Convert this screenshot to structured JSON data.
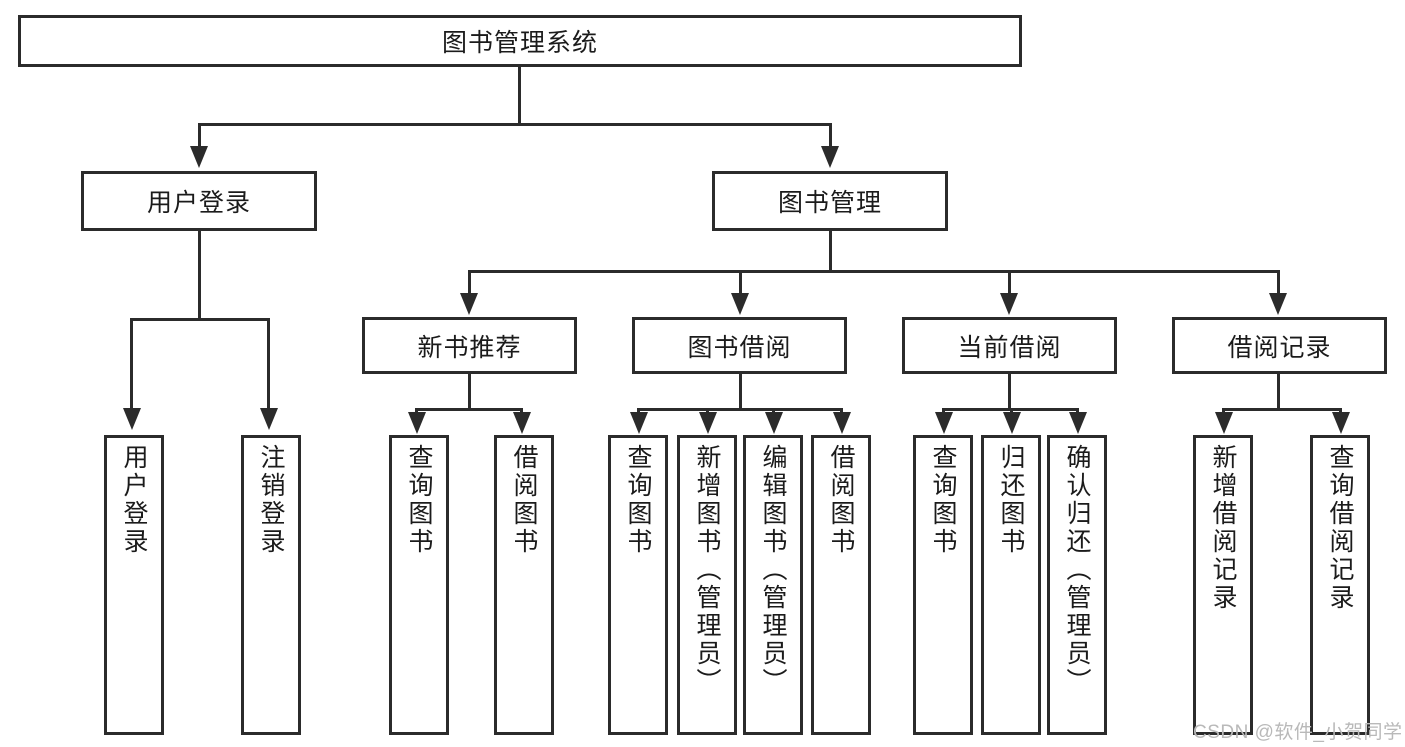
{
  "diagram": {
    "title": "图书管理系统",
    "type": "tree-hierarchy-diagram",
    "root": {
      "label": "图书管理系统"
    },
    "level2": [
      {
        "label": "用户登录"
      },
      {
        "label": "图书管理"
      }
    ],
    "level3": [
      {
        "label": "新书推荐"
      },
      {
        "label": "图书借阅"
      },
      {
        "label": "当前借阅"
      },
      {
        "label": "借阅记录"
      }
    ],
    "leaves": {
      "user_login": [
        {
          "label": "用户登录"
        },
        {
          "label": "注销登录"
        }
      ],
      "new_book_recommend": [
        {
          "label": "查询图书"
        },
        {
          "label": "借阅图书"
        }
      ],
      "book_borrow": [
        {
          "label": "查询图书"
        },
        {
          "label": "新增图书（管理员）"
        },
        {
          "label": "编辑图书（管理员）"
        },
        {
          "label": "借阅图书"
        }
      ],
      "current_borrow": [
        {
          "label": "查询图书"
        },
        {
          "label": "归还图书"
        },
        {
          "label": "确认归还（管理员）"
        }
      ],
      "borrow_record": [
        {
          "label": "新增借阅记录"
        },
        {
          "label": "查询借阅记录"
        }
      ]
    }
  },
  "watermark": {
    "text": "CSDN @软件_小贺同学"
  },
  "colors": {
    "stroke": "#2b2b2b",
    "text": "#1b1b1b",
    "background": "#ffffff",
    "watermark": "#b9b9b9"
  }
}
